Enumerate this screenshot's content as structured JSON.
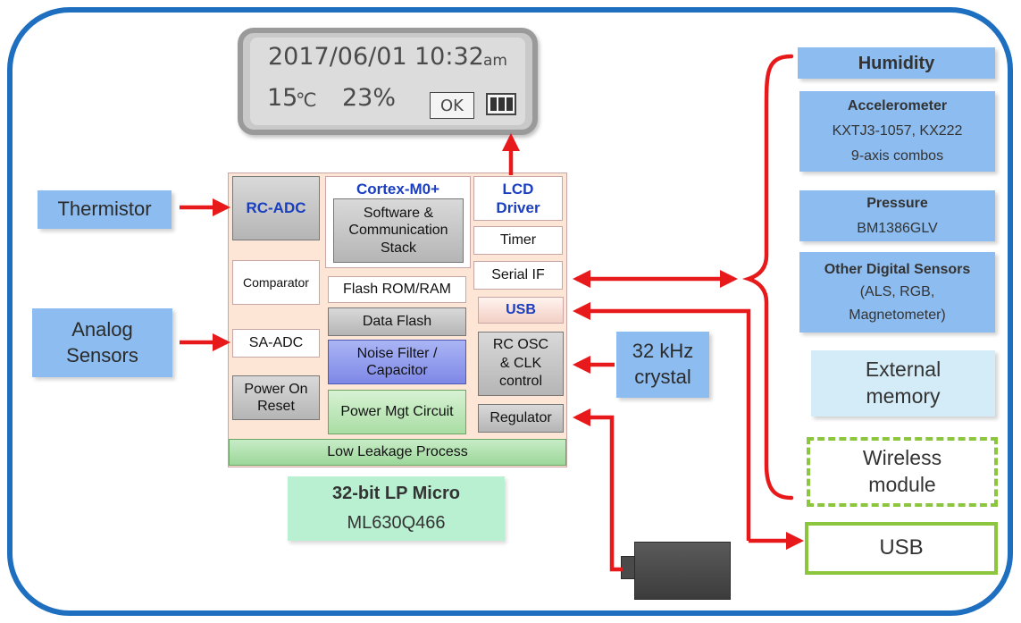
{
  "lcd": {
    "date": "2017/06/01",
    "time": "10:32",
    "ampm": "am",
    "temp": "15",
    "temp_unit": "℃",
    "humidity": "23%",
    "ok_label": "OK"
  },
  "inputs": {
    "thermistor": "Thermistor",
    "analog_line1": "Analog",
    "analog_line2": "Sensors",
    "crystal_line1": "32 kHz",
    "crystal_line2": "crystal"
  },
  "chip": {
    "rc_adc": "RC-ADC",
    "cortex": "Cortex-M0+",
    "software_line1": "Software &",
    "software_line2": "Communication",
    "software_line3": "Stack",
    "lcd_driver_line1": "LCD",
    "lcd_driver_line2": "Driver",
    "timer": "Timer",
    "comparator": "Comparator",
    "flash_rom": "Flash ROM/RAM",
    "serial_if": "Serial IF",
    "data_flash": "Data Flash",
    "usb": "USB",
    "sa_adc": "SA-ADC",
    "noise_line1": "Noise Filter /",
    "noise_line2": "Capacitor",
    "rcosc_line1": "RC OSC",
    "rcosc_line2": "& CLK",
    "rcosc_line3": "control",
    "por_line1": "Power On",
    "por_line2": "Reset",
    "power_mgt": "Power Mgt Circuit",
    "regulator": "Regulator",
    "low_leakage": "Low Leakage Process"
  },
  "micro": {
    "title": "32-bit LP Micro",
    "part": "ML630Q466"
  },
  "sensors": {
    "humidity": "Humidity",
    "accel_title": "Accelerometer",
    "accel_parts": "KXTJ3-1057,  KX222",
    "accel_combo": "9-axis combos",
    "pressure_title": "Pressure",
    "pressure_part": "BM1386GLV",
    "other_title": "Other Digital  Sensors",
    "other_line1": "(ALS,  RGB,",
    "other_line2": "Magnetometer)",
    "ext_line1": "External",
    "ext_line2": "memory",
    "wireless_line1": "Wireless",
    "wireless_line2": "module",
    "usb": "USB"
  },
  "colors": {
    "frame": "#1f6fc0",
    "arrow": "#e8191a",
    "tag_blue": "#8dbdf0",
    "chip_bg": "#fde6d6",
    "green_box": "#8cc63f",
    "blue_text": "#1a3ec0"
  }
}
